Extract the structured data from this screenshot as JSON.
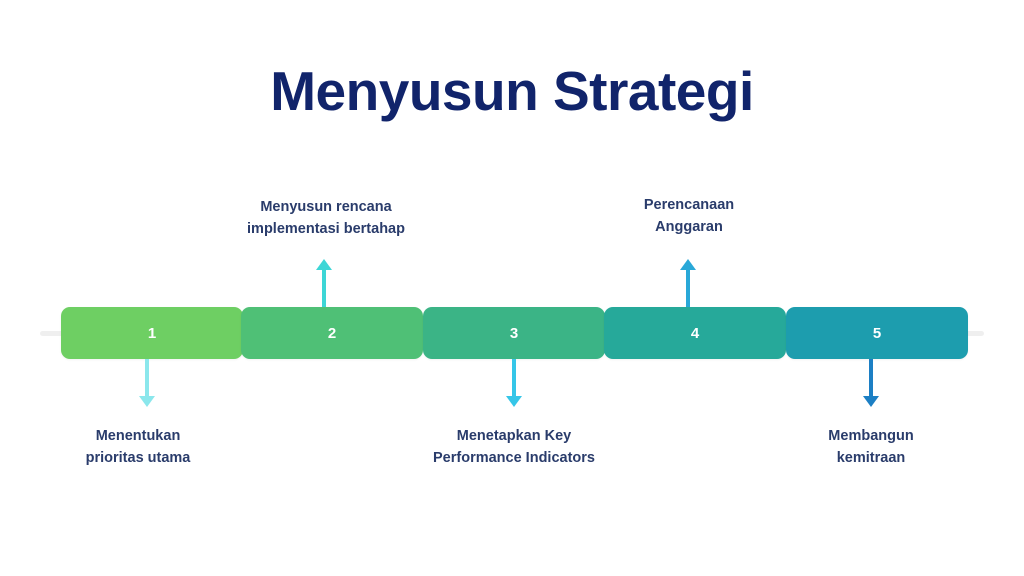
{
  "page": {
    "title": "Menyusun Strategi",
    "background_color": "#FFFFFF",
    "title_color": "#11246B",
    "caption_color": "#2A3C6B",
    "track_color": "#EFEFEF"
  },
  "timeline": {
    "steps": [
      {
        "number": "1",
        "color": "#6ECF63",
        "arrow_color": "#8BE7EC",
        "arrow_direction": "down",
        "caption_position": "bottom",
        "caption_line1": "Menentukan",
        "caption_line2": "prioritas utama"
      },
      {
        "number": "2",
        "color": "#4FC076",
        "arrow_color": "#3DD6D6",
        "arrow_direction": "up",
        "caption_position": "top",
        "caption_line1": "Menyusun rencana",
        "caption_line2": "implementasi bertahap"
      },
      {
        "number": "3",
        "color": "#3BB486",
        "arrow_color": "#35C6E8",
        "arrow_direction": "down",
        "caption_position": "bottom",
        "caption_line1": "Menetapkan Key",
        "caption_line2": "Performance Indicators"
      },
      {
        "number": "4",
        "color": "#26A99A",
        "arrow_color": "#29A8D8",
        "arrow_direction": "up",
        "caption_position": "top",
        "caption_line1": "Perencanaan",
        "caption_line2": "Anggaran"
      },
      {
        "number": "5",
        "color": "#1D9DAE",
        "arrow_color": "#1C7FC4",
        "arrow_direction": "down",
        "caption_position": "bottom",
        "caption_line1": "Membangun",
        "caption_line2": "kemitraan"
      }
    ]
  }
}
